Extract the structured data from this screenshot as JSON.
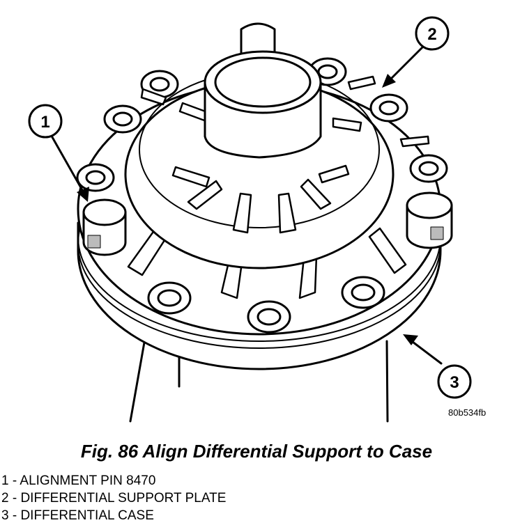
{
  "figure_code": "80b534fb",
  "caption": "Fig. 86 Align Differential Support to Case",
  "callouts": [
    {
      "number": "1",
      "label": "1 - ALIGNMENT PIN 8470"
    },
    {
      "number": "2",
      "label": "2 - DIFFERENTIAL SUPPORT PLATE"
    },
    {
      "number": "3",
      "label": "3 - DIFFERENTIAL CASE"
    }
  ]
}
